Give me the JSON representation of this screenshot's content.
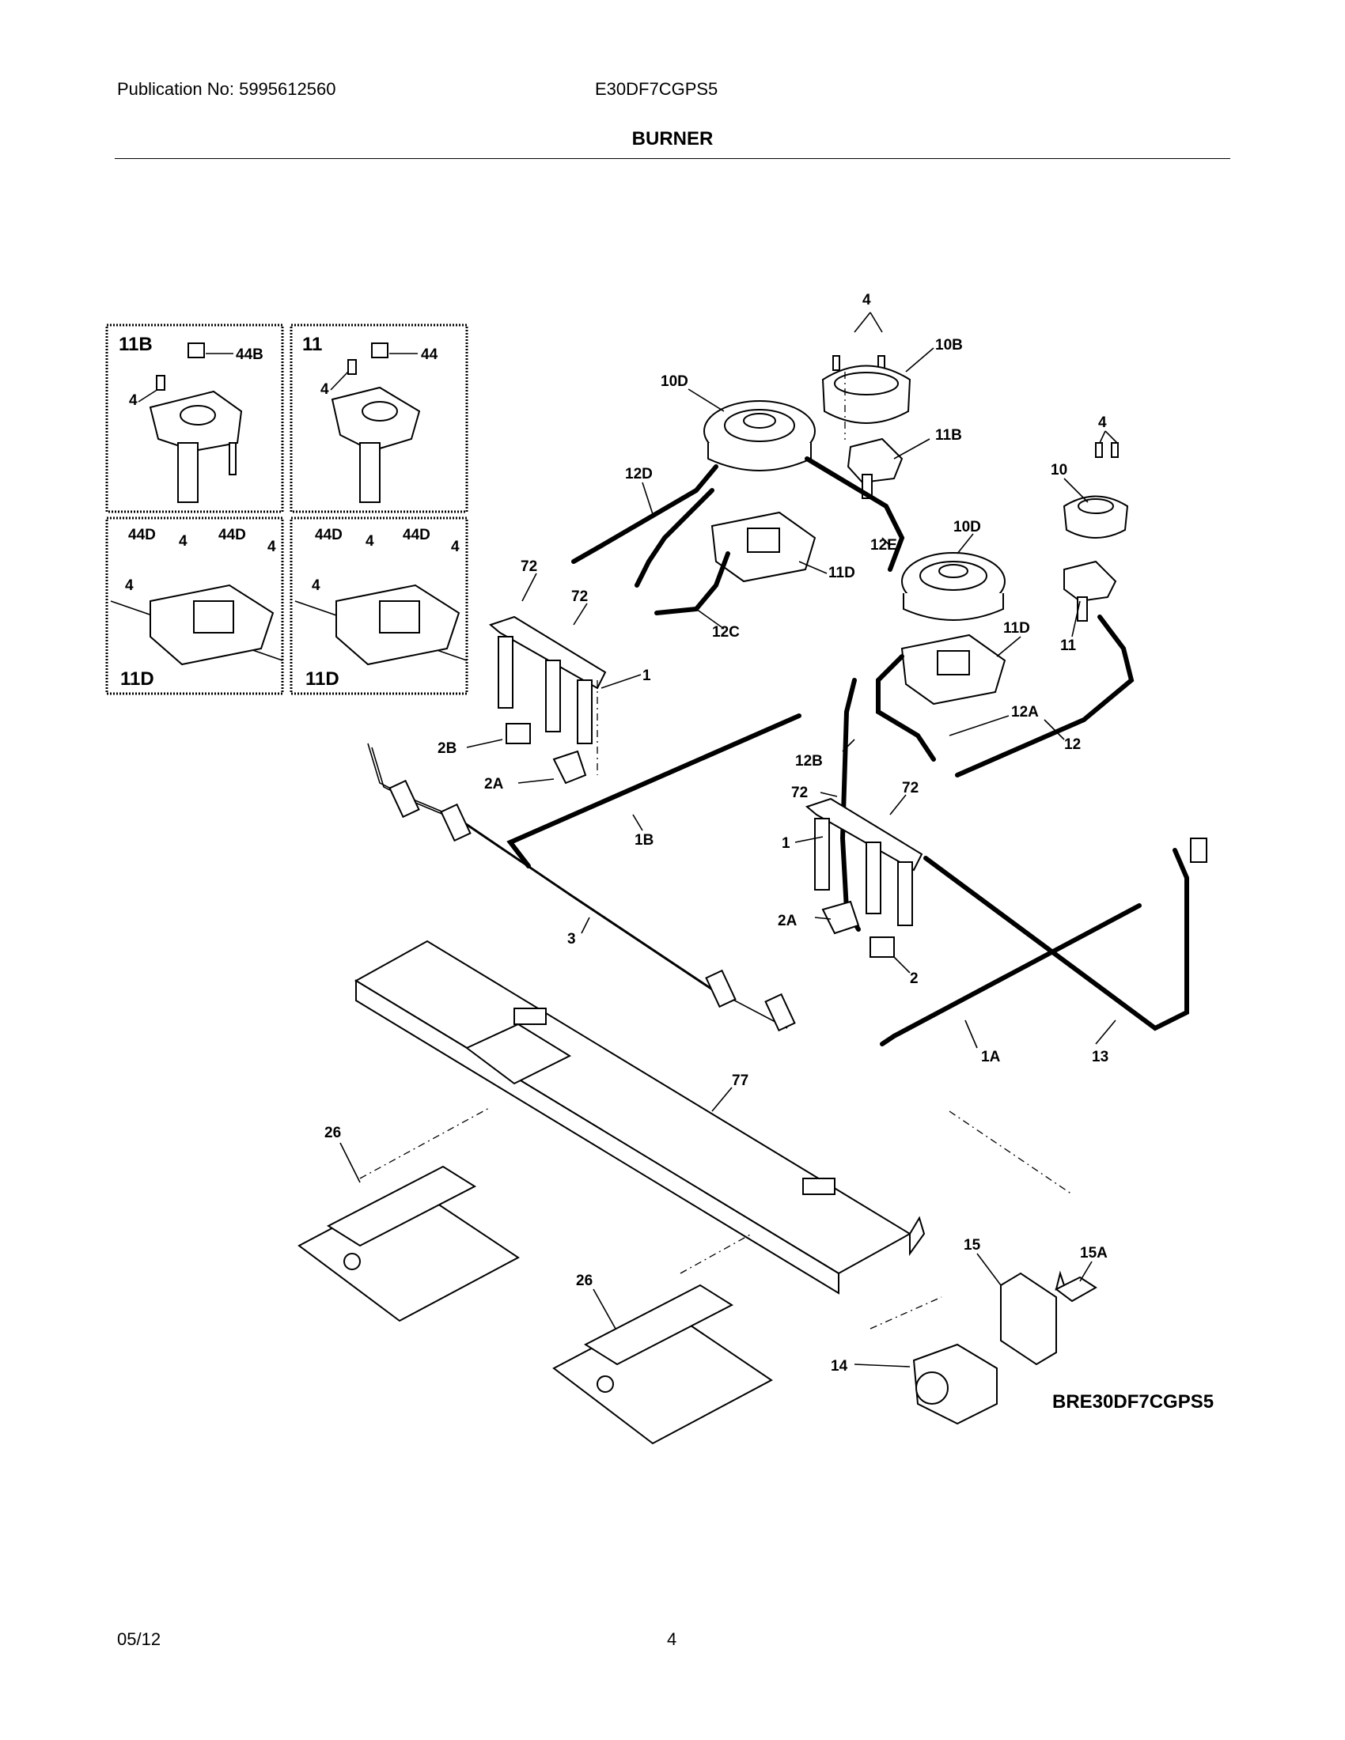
{
  "header": {
    "publication": "Publication No: 5995612560",
    "model": "E30DF7CGPS5",
    "section_title": "BURNER"
  },
  "insets": {
    "a_label": "11B",
    "a_part1": "44B",
    "a_part2": "4",
    "b_label": "11",
    "b_part1": "44",
    "b_part2": "4",
    "c_label": "11D",
    "c_p1": "44D",
    "c_p2": "4",
    "c_p3": "44D",
    "c_p4": "4",
    "c_p5": "4",
    "d_label": "11D",
    "d_p1": "44D",
    "d_p2": "4",
    "d_p3": "44D",
    "d_p4": "4",
    "d_p5": "4"
  },
  "callouts": {
    "c_4_top": "4",
    "c_10B": "10B",
    "c_10D_top": "10D",
    "c_11B": "11B",
    "c_4_right": "4",
    "c_10": "10",
    "c_12D": "12D",
    "c_12E": "12E",
    "c_10D_mid": "10D",
    "c_11D_top": "11D",
    "c_72_a": "72",
    "c_72_b": "72",
    "c_12C": "12C",
    "c_11D_mid": "11D",
    "c_11": "11",
    "c_1_top": "1",
    "c_12A": "12A",
    "c_12": "12",
    "c_2B": "2B",
    "c_12B": "12B",
    "c_2A_top": "2A",
    "c_72_c": "72",
    "c_72_d": "72",
    "c_1B": "1B",
    "c_1_mid": "1",
    "c_3": "3",
    "c_2A_mid": "2A",
    "c_2": "2",
    "c_1A": "1A",
    "c_13": "13",
    "c_77": "77",
    "c_26_left": "26",
    "c_26_mid": "26",
    "c_15": "15",
    "c_15A": "15A",
    "c_14": "14"
  },
  "diagram_code": "BRE30DF7CGPS5",
  "footer": {
    "date": "05/12",
    "page": "4"
  }
}
